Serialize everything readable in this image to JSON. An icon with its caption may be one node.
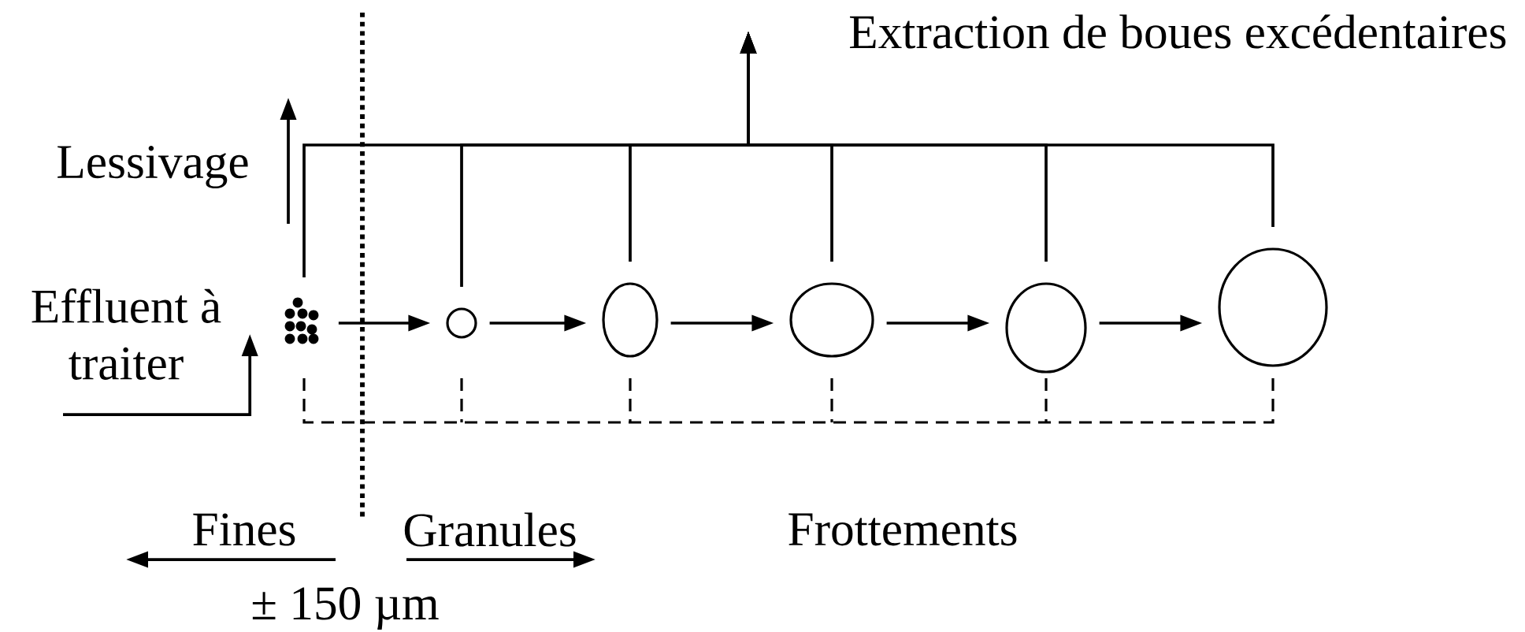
{
  "diagram": {
    "nodes": [
      {
        "text": [
          "Effluent à traiter"
        ]
      },
      {
        "text": [],
        "shape": "dots"
      },
      {
        "text": [],
        "shape": "circle"
      },
      {
        "text": [],
        "shape": "ellipse"
      },
      {
        "text": [],
        "shape": "ellipse"
      },
      {
        "text": [],
        "shape": "circle"
      },
      {
        "text": [],
        "shape": "circle"
      },
      {
        "text": [
          "Extraction de boues excédentaires"
        ]
      }
    ],
    "edges": [
      {
        "from": null,
        "to": 0,
        "arrow": "to"
      },
      {
        "from": 1,
        "to": 2,
        "arrow": "to"
      },
      {
        "from": 2,
        "to": 3,
        "arrow": "to"
      },
      {
        "from": 3,
        "to": 4,
        "arrow": "to"
      },
      {
        "from": 4,
        "to": 5,
        "arrow": "to"
      },
      {
        "from": 5,
        "to": 6,
        "arrow": "to"
      },
      {
        "from": 1,
        "to": 7,
        "arrow": "to"
      },
      {
        "from": 2,
        "to": 7,
        "arrow": "to"
      },
      {
        "from": 3,
        "to": 7,
        "arrow": "to"
      },
      {
        "from": 4,
        "to": 7,
        "arrow": "to"
      },
      {
        "from": 5,
        "to": 7,
        "arrow": "to"
      },
      {
        "from": 6,
        "to": 7,
        "arrow": "to"
      }
    ],
    "labels": [
      "Lessivage",
      "Fines",
      "Granules",
      "Frottements",
      "± 150 µm"
    ]
  }
}
